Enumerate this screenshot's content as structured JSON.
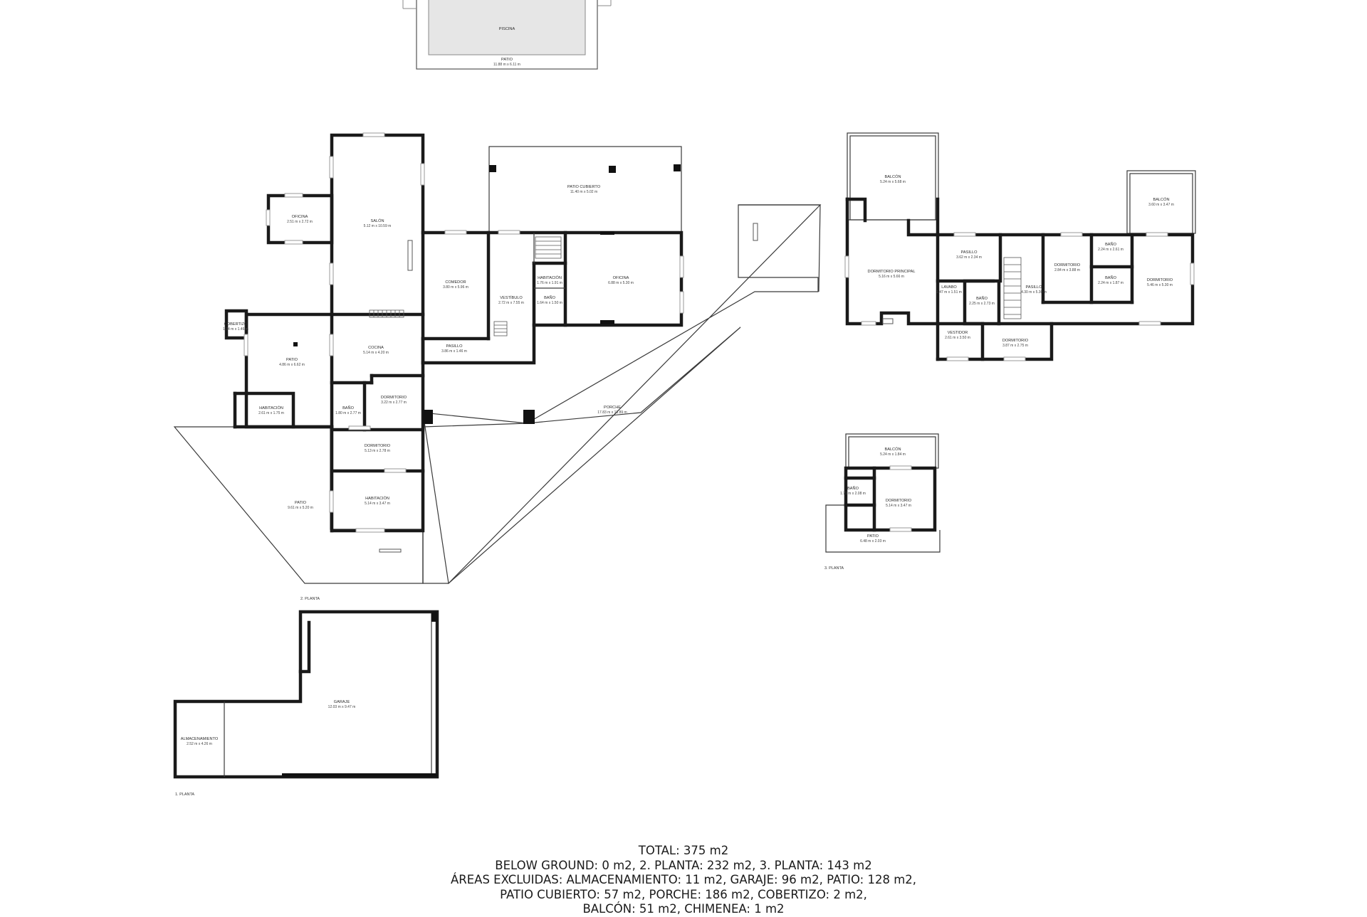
{
  "rooms": {
    "piscina": {
      "name": "PISCINA",
      "dim": ""
    },
    "patio_pool": {
      "name": "PATIO",
      "dim": "11.88 m x 6.11 m"
    },
    "oficina_small": {
      "name": "OFICINA",
      "dim": "2.51 m x 2.72 m"
    },
    "salon": {
      "name": "SALÓN",
      "dim": "5.12 m x 10.59 m"
    },
    "patio_cubierto": {
      "name": "PATIO CUBIERTO",
      "dim": "11.40 m x 5.02 m"
    },
    "comedor": {
      "name": "COMEDOR",
      "dim": "3.80 m x 5.96 m"
    },
    "vestibulo": {
      "name": "VESTÍBULO",
      "dim": "2.72 m x 7.55 m"
    },
    "habitacion_small": {
      "name": "HABITACIÓN",
      "dim": "1.76 m x 1.91 m"
    },
    "oficina_large": {
      "name": "OFICINA",
      "dim": "6.88 m x 5.30 m"
    },
    "bano_small": {
      "name": "BAÑO",
      "dim": "1.64 m x 1.50 m"
    },
    "cobertizo": {
      "name": "COBERTIZO",
      "dim": "1.34 m x 1.46 m"
    },
    "patio_mid": {
      "name": "PATIO",
      "dim": "4.86 m x 6.62 m"
    },
    "cocina": {
      "name": "COCINA",
      "dim": "5.14 m x 4.20 m"
    },
    "pasillo_low": {
      "name": "PASILLO",
      "dim": "3.86 m x 1.46 m"
    },
    "dormitorio_a": {
      "name": "DORMITORIO",
      "dim": "3.22 m x 2.77 m"
    },
    "bano_b": {
      "name": "BAÑO",
      "dim": "1.80 m x 2.77 m"
    },
    "habitacion_c": {
      "name": "HABITACIÓN",
      "dim": "2.61 m x 1.75 m"
    },
    "porche": {
      "name": "PORCHE",
      "dim": "17.83 m x 13.89 m"
    },
    "dormitorio_d": {
      "name": "DORMITORIO",
      "dim": "5.13 m x 2.78 m"
    },
    "patio_low": {
      "name": "PATIO",
      "dim": "9.61 m x 5.20 m"
    },
    "habitacion_e": {
      "name": "HABITACIÓN",
      "dim": "5.14 m x 3.47 m"
    },
    "garaje": {
      "name": "GARAJE",
      "dim": "12.03 m x 9.47 m"
    },
    "almacenamiento": {
      "name": "ALMACENAMIENTO",
      "dim": "2.52 m x 4.26 m"
    },
    "balcon_a": {
      "name": "BALCÓN",
      "dim": "5.24 m x 5.68 m"
    },
    "balcon_b": {
      "name": "BALCÓN",
      "dim": "3.60 m x 3.47 m"
    },
    "dormitorio_principal": {
      "name": "DORMITORIO PRINCIPAL",
      "dim": "5.16 m x 5.66 m"
    },
    "pasillo_up": {
      "name": "PASILLO",
      "dim": "3.62 m x 2.34 m"
    },
    "lavabo": {
      "name": "LAVABO",
      "dim": "1.47 m x 1.51 m"
    },
    "bano_up_a": {
      "name": "BAÑO",
      "dim": "2.25 m x 2.73 m"
    },
    "pasillo_up2": {
      "name": "PASILLO",
      "dim": "4.30 m x 5.30 m"
    },
    "dormitorio_up_a": {
      "name": "DORMITORIO",
      "dim": "2.84 m x 3.88 m"
    },
    "bano_up_b": {
      "name": "BAÑO",
      "dim": "2.24 m x 2.61 m"
    },
    "bano_up_c": {
      "name": "BAÑO",
      "dim": "2.24 m x 1.87 m"
    },
    "dormitorio_up_b": {
      "name": "DORMITORIO",
      "dim": "5.46 m x 5.30 m"
    },
    "vestidor": {
      "name": "VESTIDOR",
      "dim": "2.61 m x 3.50 m"
    },
    "dormitorio_up_c": {
      "name": "DORMITORIO",
      "dim": "3.87 m x 2.75 m"
    },
    "balcon_c": {
      "name": "BALCÓN",
      "dim": "5.24 m x 1.84 m"
    },
    "bano_3": {
      "name": "BAÑO",
      "dim": "1.71 m x 2.08 m"
    },
    "dormitorio_3": {
      "name": "DORMITORIO",
      "dim": "5.14 m x 3.47 m"
    },
    "patio_3": {
      "name": "PATIO",
      "dim": "6.48 m x 2.03 m"
    }
  },
  "floor_labels": {
    "planta2": "2. PLANTA",
    "planta3": "3. PLANTA",
    "planta1": "1. PLANTA"
  },
  "summary": {
    "line1": "TOTAL: 375 m2",
    "line2": "BELOW GROUND: 0 m2, 2. PLANTA: 232 m2, 3. PLANTA: 143 m2",
    "line3": "ÁREAS EXCLUIDAS: ALMACENAMIENTO: 11 m2, GARAJE: 96 m2, PATIO: 128 m2,",
    "line4": "PATIO CUBIERTO: 57 m2, PORCHE: 186 m2, COBERTIZO: 2 m2,",
    "line5": "BALCÓN: 51 m2, CHIMENEA: 1 m2"
  },
  "colors": {
    "wall": "#1a1a1a",
    "pool": "#e6e6e6",
    "background": "#ffffff"
  }
}
